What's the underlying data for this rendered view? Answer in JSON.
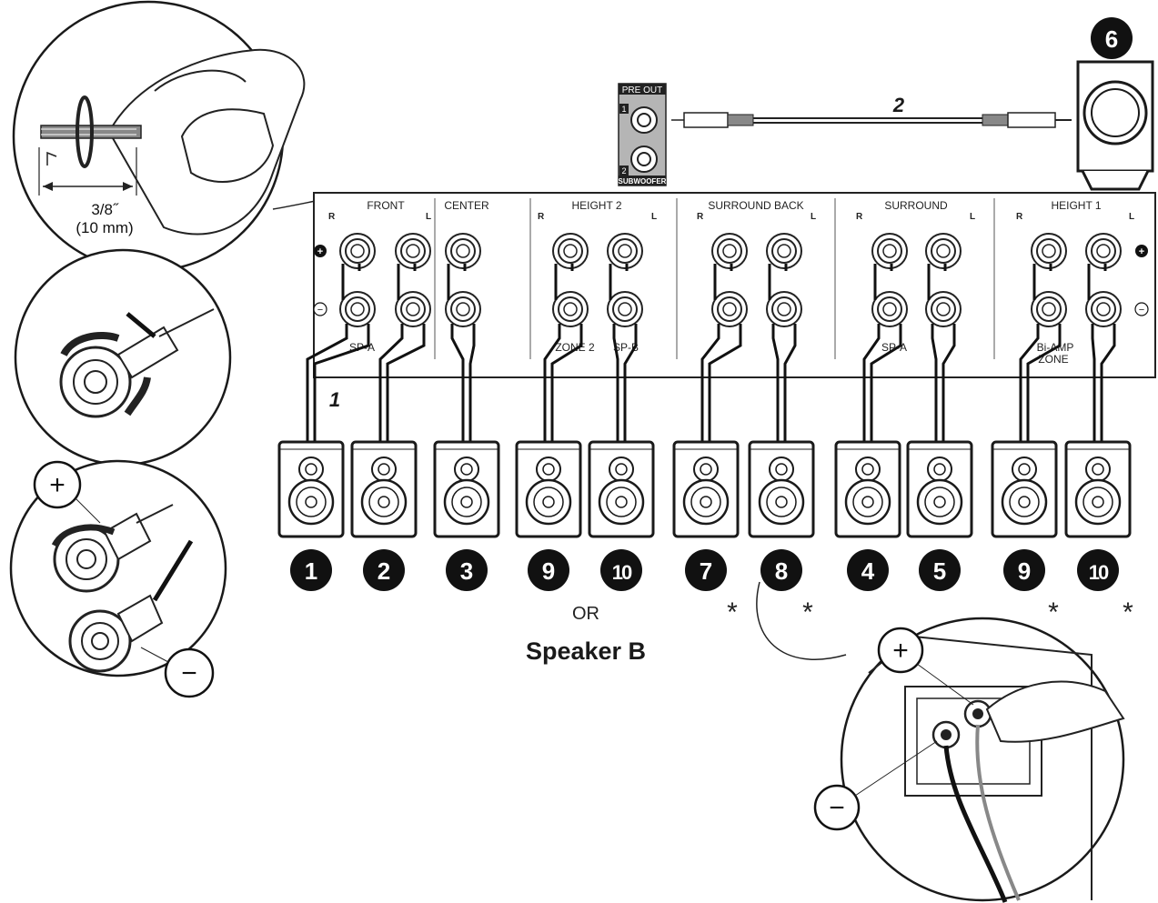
{
  "steps": {
    "speaker_cable": "1",
    "subwoofer_cable": "2"
  },
  "strip_length": {
    "inch": "3/8˝",
    "mm": "(10 mm)"
  },
  "pre_out": {
    "title": "PRE OUT",
    "jack1": "1",
    "jack2": "2",
    "label": "SUBWOOFER"
  },
  "subwoofer_number": "6",
  "groups": [
    {
      "name": "FRONT",
      "r": "R",
      "l": "L"
    },
    {
      "name": "CENTER"
    },
    {
      "name": "HEIGHT 2",
      "r": "R",
      "l": "L"
    },
    {
      "name": "SURROUND BACK",
      "r": "R",
      "l": "L"
    },
    {
      "name": "SURROUND",
      "r": "R",
      "l": "L"
    },
    {
      "name": "HEIGHT 1",
      "r": "R",
      "l": "L"
    }
  ],
  "bottom_labels": {
    "spa_left": "SP-A",
    "zone2": "ZONE 2",
    "spb": "SP-B",
    "spa_right": "SP-A",
    "biamp": "Bi-AMP",
    "zone": "ZONE"
  },
  "polarity": {
    "plus": "+",
    "minus": "−"
  },
  "speaker_numbers": [
    "1",
    "2",
    "3",
    "9",
    "10",
    "7",
    "8",
    "4",
    "5",
    "9",
    "10"
  ],
  "asterisk": "*",
  "or_label": "OR",
  "speaker_b_label": "Speaker B",
  "sign_plus": "+",
  "sign_minus": "−"
}
